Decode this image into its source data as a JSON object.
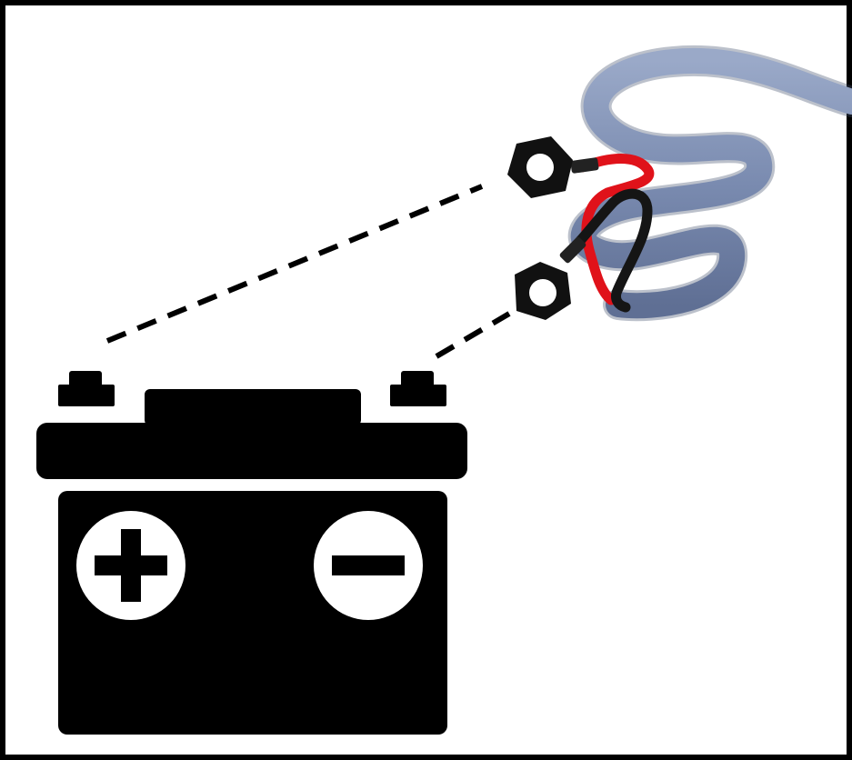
{
  "diagram": {
    "subject": "battery-terminal-connection",
    "battery": {
      "icon": "car-battery-icon",
      "positive_symbol": "plus",
      "negative_symbol": "minus"
    },
    "cable": {
      "icon": "ring-terminal-cable-icon",
      "colors": {
        "sheath": "#7a8bb0",
        "positive_wire": "#e0121a",
        "negative_wire": "#111111"
      }
    },
    "colors": {
      "frame": "#000000",
      "background": "#ffffff",
      "battery": "#000000"
    }
  }
}
